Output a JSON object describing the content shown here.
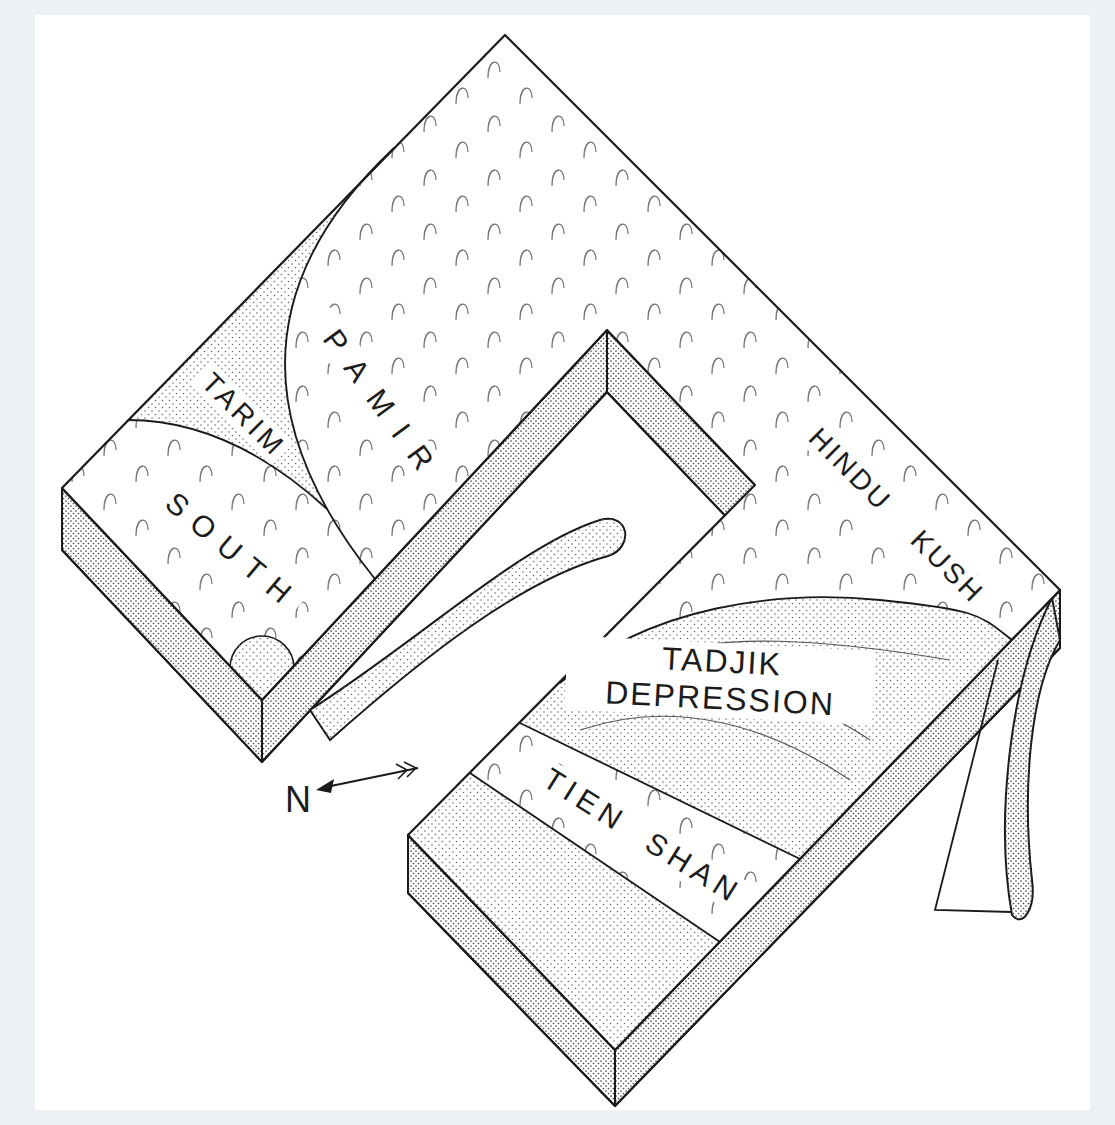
{
  "diagram": {
    "labels": [
      "TARIM",
      "PAMIR",
      "SOUTH",
      "HINDU KUSH",
      "TADJIK DEPRESSION",
      "TIEN SHAN",
      "N"
    ]
  }
}
